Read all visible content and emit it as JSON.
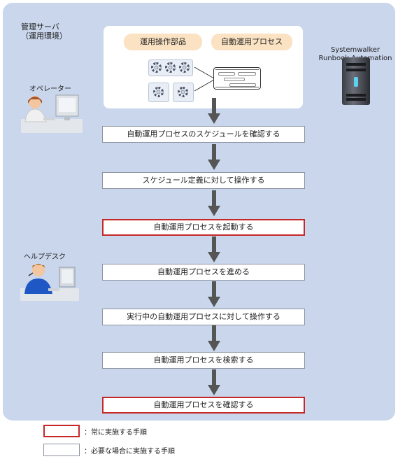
{
  "server": {
    "label_line1": "管理サーバ",
    "label_line2": "（運用環境）"
  },
  "product": {
    "line1": "Systemwalker",
    "line2": "Runbook Automation"
  },
  "components": {
    "parts": "運用操作部品",
    "process": "自動運用プロセス"
  },
  "roles": {
    "operator": "オペレーター",
    "helpdesk": "ヘルプデスク"
  },
  "steps": [
    {
      "label": "自動運用プロセスのスケジュールを確認する",
      "kind": "optional"
    },
    {
      "label": "スケジュール定義に対して操作する",
      "kind": "optional"
    },
    {
      "label": "自動運用プロセスを起動する",
      "kind": "always"
    },
    {
      "label": "自動運用プロセスを進める",
      "kind": "optional"
    },
    {
      "label": "実行中の自動運用プロセスに対して操作する",
      "kind": "optional"
    },
    {
      "label": "自動運用プロセスを検索する",
      "kind": "optional"
    },
    {
      "label": "自動運用プロセスを確認する",
      "kind": "always"
    }
  ],
  "legend": {
    "always": "：常に実施する手順",
    "optional": "：必要な場合に実施する手順"
  },
  "colors": {
    "panel": "#c9d6ec",
    "always_border": "#c62828",
    "optional_border": "#8c94a0",
    "pill": "#fbe2c2"
  }
}
